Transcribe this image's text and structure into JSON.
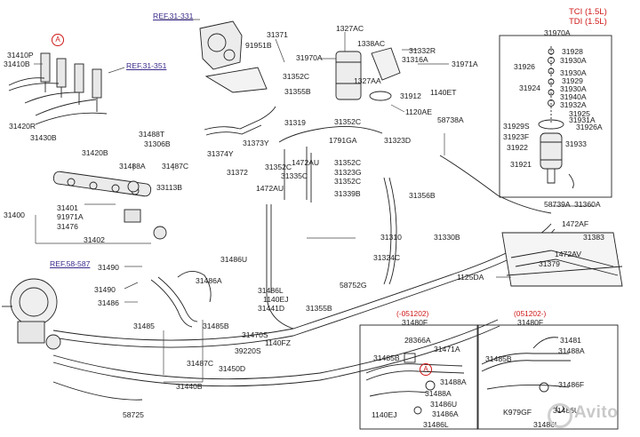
{
  "refs": {
    "r1": "REF.31-331",
    "r2": "REF.31-351",
    "r3": "REF.58-587"
  },
  "variant": {
    "tci": "TCI (1.5L)",
    "tdi": "TDI (1.5L)"
  },
  "callouts": {
    "a1": "A",
    "a2": "A"
  },
  "inset_left": {
    "period": "(-051202)",
    "part": "31480F"
  },
  "inset_right": {
    "period": "(051202-)",
    "part": "31480F"
  },
  "watermark": "Avito",
  "labels": {
    "p31410P": "31410P",
    "p31410B": "31410B",
    "p31420R": "31420R",
    "p31430B": "31430B",
    "p91951B": "91951B",
    "p31371": "31371",
    "p1327AC": "1327AC",
    "p31970A": "31970A",
    "p1338AC": "1338AC",
    "p31332R": "31332R",
    "p31316A": "31316A",
    "p31971A": "31971A",
    "p31352Ca": "31352C",
    "p1327AA": "1327AA",
    "p31355B": "31355B",
    "p31912": "31912",
    "p1140ET": "1140ET",
    "p1120AE": "1120AE",
    "p31319": "31319",
    "p31352Cb": "31352C",
    "p1791GA": "1791GA",
    "p31323D": "31323D",
    "p58738A": "58738A",
    "p31488T": "31488T",
    "p31306B": "31306B",
    "p31374Y": "31374Y",
    "p31373Y": "31373Y",
    "p31372": "31372",
    "p31420B": "31420B",
    "p31488A": "31488A",
    "p31487C": "31487C",
    "p33113B": "33113B",
    "p31352Cc": "31352C",
    "p1472AU": "1472AU",
    "p31352Cd": "31352C",
    "p31335C": "31335C",
    "p31323G": "31323G",
    "p31352Ce": "31352C",
    "p1472AUb": "1472AU",
    "p31339B": "31339B",
    "p31356B": "31356B",
    "p58739A": "58739A",
    "p31360A": "31360A",
    "p31400": "31400",
    "p31401": "31401",
    "p91971A": "91971A",
    "p31476": "31476",
    "p31402": "31402",
    "p31310": "31310",
    "p31330B": "31330B",
    "p1472AF": "1472AF",
    "p31383": "31383",
    "p31490a": "31490",
    "p31486U": "31486U",
    "p31324C": "31324C",
    "p1472AV": "1472AV",
    "p31379": "31379",
    "p1125DA": "1125DA",
    "p31490b": "31490",
    "p31486A": "31486A",
    "p31486L": "31486L",
    "p58752G": "58752G",
    "p1140EJ": "1140EJ",
    "p31486": "31486",
    "p31441D": "31441D",
    "p31355Bb": "31355B",
    "p31485": "31485",
    "p31485B": "31485B",
    "p31470S": "31470S",
    "p39220S": "39220S",
    "p1140FZ": "1140FZ",
    "p31487Cb": "31487C",
    "p31450D": "31450D",
    "p31440B": "31440B",
    "p58725": "58725",
    "i1_28366A": "28366A",
    "i1_31471A": "31471A",
    "i1_31485B": "31485B",
    "i1_31488A": "31488A",
    "i1_31486U": "31486U",
    "i1_1140EJ": "1140EJ",
    "i1_31486A": "31486A",
    "i1_31486L": "31486L",
    "i2_31481": "31481",
    "i2_31488A": "31488A",
    "i2_31485B": "31485B",
    "i2_31486F": "31486F",
    "i2_K979GF": "K979GF",
    "i2_31486U": "31486U",
    "i2_31486L": "31486L",
    "f31970A": "31970A",
    "f31928": "31928",
    "f31930Aa": "31930A",
    "f31926": "31926",
    "f31930Ab": "31930A",
    "f31929": "31929",
    "f31924": "31924",
    "f31930Ac": "31930A",
    "f31940A": "31940A",
    "f31932A": "31932A",
    "f31925": "31925",
    "f31931A": "31931A",
    "f31929S": "31929S",
    "f31926A": "31926A",
    "f31923F": "31923F",
    "f31922": "31922",
    "f31933": "31933",
    "f31921": "31921"
  }
}
